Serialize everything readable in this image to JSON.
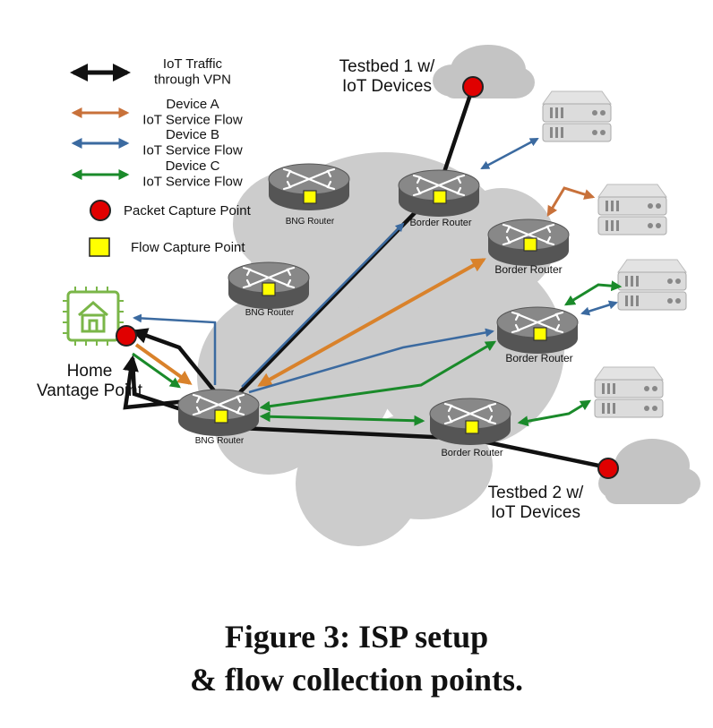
{
  "legend": {
    "iot_traffic": "IoT Traffic\nthrough VPN",
    "device_a": "Device A\nIoT Service Flow",
    "device_b": "Device B\nIoT Service Flow",
    "device_c": "Device C\nIoT Service Flow",
    "packet_capture": "Packet Capture Point",
    "flow_capture": "Flow Capture Point"
  },
  "labels": {
    "testbed1": "Testbed 1 w/\nIoT Devices",
    "testbed2": "Testbed 2 w/\nIoT Devices",
    "home": "Home\nVantage Point",
    "bng_top": "BNG Router",
    "bng_mid": "BNG Router",
    "bng_main": "BNG Router",
    "border_top": "Border Router",
    "border_r1": "Border Router",
    "border_r2": "Border Router",
    "border_bottom": "Border Router"
  },
  "caption": {
    "line1": "Figure 3: ISP setup",
    "line2": "& flow collection points."
  },
  "colors": {
    "black": "#111111",
    "device_a": "#d9822b",
    "device_a_legend": "#c8713a",
    "device_b": "#3b6aa0",
    "device_c": "#1a8a2a",
    "packet_capture": "#e00000",
    "flow_capture": "#ffff00",
    "router": "#555555",
    "cloud": "#cccccc",
    "server": "#dddddd",
    "home_icon": "#7ab648"
  },
  "icons": {
    "router": "router-icon",
    "server": "server-icon",
    "cloud": "cloud-icon",
    "home": "home-iot-icon"
  }
}
